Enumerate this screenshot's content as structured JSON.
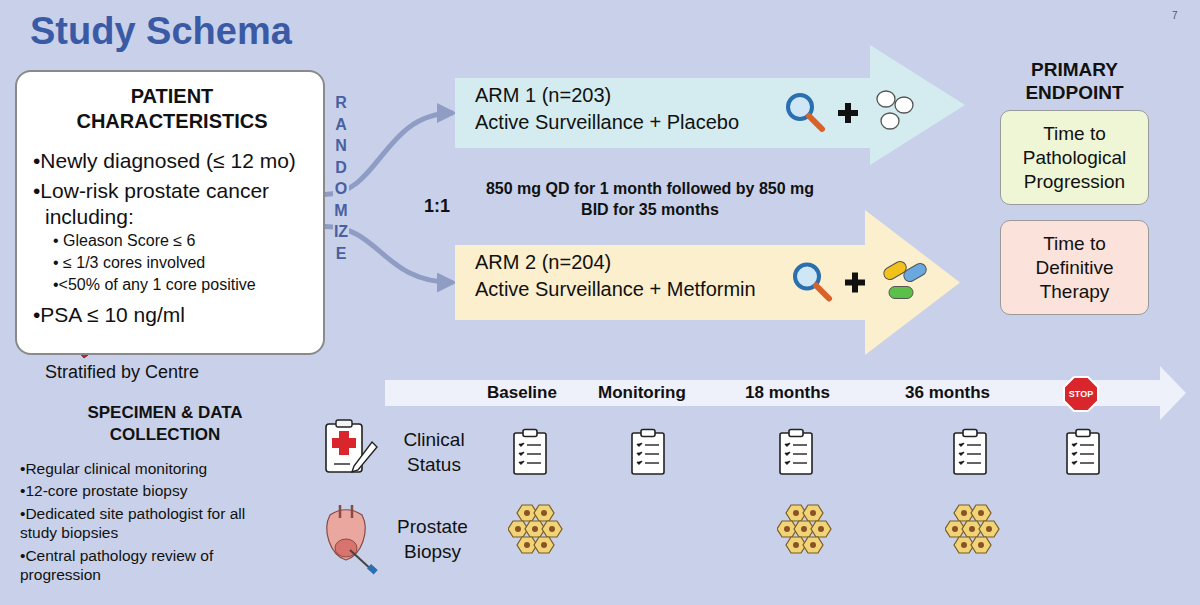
{
  "diagram": {
    "title": "Study Schema",
    "nodes": [
      {
        "text": [
          "PATIENT CHARACTERISTICS",
          "•Newly diagnosed (≤ 12 mo)",
          "•Low-risk prostate cancer including:",
          "• Gleason Score ≤ 6",
          "• ≤ 1/3 cores involved",
          "•<50% of any 1 core positive",
          "•PSA ≤ 10 ng/ml"
        ]
      },
      {
        "text": [
          "ARM 1 (n=203)",
          "Active Surveillance + Placebo"
        ]
      },
      {
        "text": [
          "ARM 2 (n=204)",
          "Active Surveillance + Metformin"
        ]
      },
      {
        "text": [
          "Time to Pathological Progression"
        ]
      },
      {
        "text": [
          "Time to Definitive Therapy"
        ]
      },
      {
        "text": [
          "STOP"
        ]
      }
    ],
    "edges": [
      {
        "from": 0,
        "to": 1,
        "arrow": "to"
      },
      {
        "from": 0,
        "to": 2,
        "arrow": "to"
      }
    ],
    "labels": [
      "7",
      "RANDOMIZE",
      "1:1",
      "850 mg QD for 1 month followed by 850 mg BID for 35 months",
      "PRIMARY ENDPOINT",
      "Stratified by Centre",
      "Baseline",
      "Monitoring",
      "18 months",
      "36 months",
      "Clinical Status",
      "Prostate Biopsy",
      "SPECIMEN & DATA COLLECTION",
      "•Regular clinical monitoring",
      "•12-core prostate biopsy",
      "•Dedicated site pathologist for all study biopsies",
      "•Central pathology review of progression"
    ]
  }
}
